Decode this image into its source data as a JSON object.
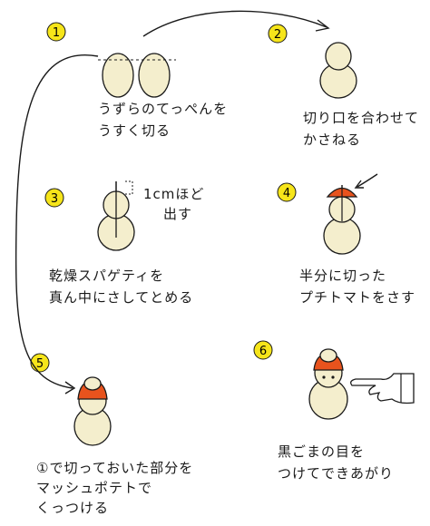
{
  "steps": [
    {
      "number": "1",
      "lines": [
        "うずらのてっぺんを",
        "うすく切る"
      ]
    },
    {
      "number": "2",
      "lines": [
        "切り口を合わせて",
        "かさねる"
      ]
    },
    {
      "number": "3",
      "lines": [
        "乾燥スパゲティを",
        "真ん中にさしてとめる"
      ],
      "note": [
        "1cmほど",
        "出す"
      ]
    },
    {
      "number": "4",
      "lines": [
        "半分に切った",
        "プチトマトをさす"
      ]
    },
    {
      "number": "5",
      "lines": [
        "①で切っておいた部分を",
        "マッシュポテトで",
        "くっつける"
      ]
    },
    {
      "number": "6",
      "lines": [
        "黒ごまの目を",
        "つけてできあがり"
      ]
    }
  ],
  "colors": {
    "badge": "#f6e51a",
    "egg": "#f4eecd",
    "tomato": "#e8531d",
    "ink": "#1a1a1a"
  }
}
